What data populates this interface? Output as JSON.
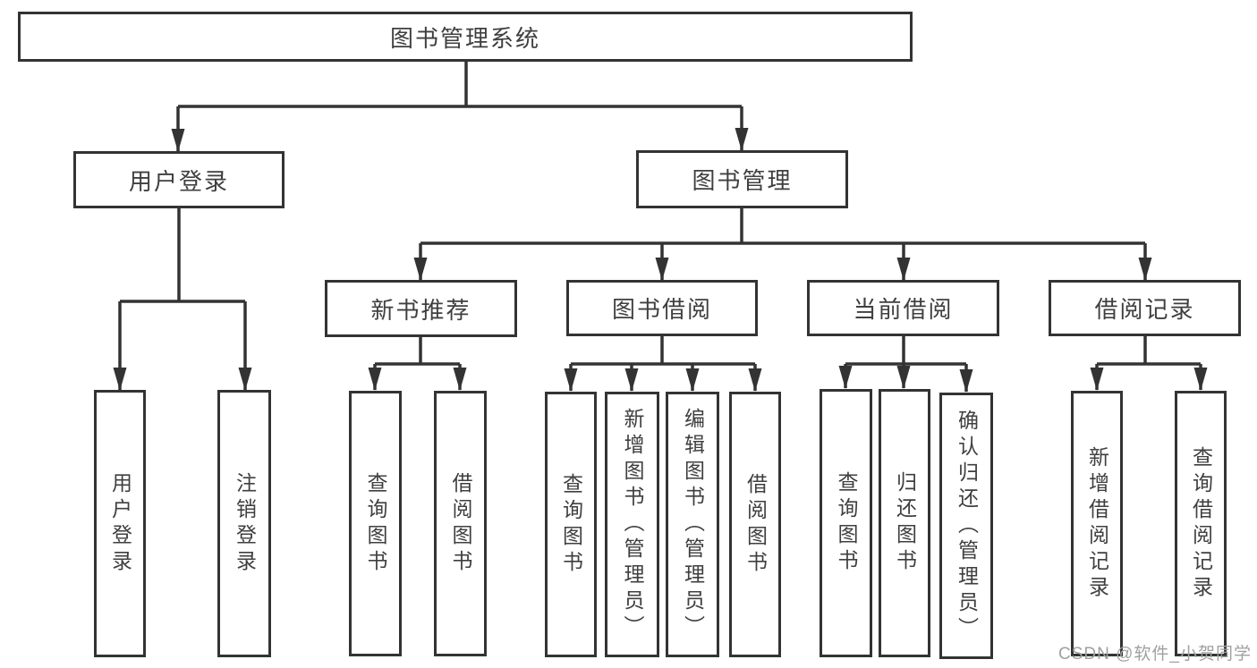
{
  "diagram": {
    "root": {
      "label": "图书管理系统"
    },
    "branches": [
      {
        "label": "用户登录",
        "children": [
          {
            "label": "用户登录"
          },
          {
            "label": "注销登录"
          }
        ]
      },
      {
        "label": "图书管理",
        "children": [
          {
            "label": "新书推荐",
            "children": [
              {
                "label": "查询图书"
              },
              {
                "label": "借阅图书"
              }
            ]
          },
          {
            "label": "图书借阅",
            "children": [
              {
                "label": "查询图书"
              },
              {
                "label": "新增图书（管理员）"
              },
              {
                "label": "编辑图书（管理员）"
              },
              {
                "label": "借阅图书"
              }
            ]
          },
          {
            "label": "当前借阅",
            "children": [
              {
                "label": "查询图书"
              },
              {
                "label": "归还图书"
              },
              {
                "label": "确认归还（管理员）"
              }
            ]
          },
          {
            "label": "借阅记录",
            "children": [
              {
                "label": "新增借阅记录"
              },
              {
                "label": "查询借阅记录"
              }
            ]
          }
        ]
      }
    ]
  },
  "watermark": {
    "text": "CSDN @软件_小贺同学"
  },
  "colors": {
    "line": "#333333",
    "text": "#3f3f3f",
    "watermark": "#a0a0a0",
    "background": "#ffffff"
  }
}
